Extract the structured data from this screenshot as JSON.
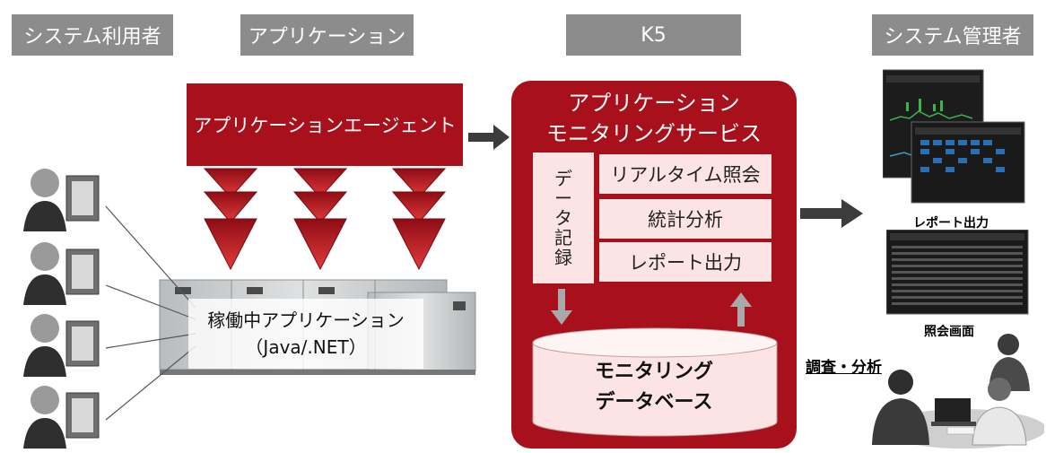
{
  "headers": {
    "users": "システム利用者",
    "application": "アプリケーション",
    "k5": "K5",
    "admins": "システム管理者"
  },
  "agent": {
    "label": "アプリケーションエージェント"
  },
  "server": {
    "line1": "稼働中アプリケーション",
    "line2": "（Java/.NET）"
  },
  "service": {
    "title_line1": "アプリケーション",
    "title_line2": "モニタリングサービス",
    "data_record": [
      "デ",
      "ー",
      "タ",
      "記",
      "録"
    ],
    "functions": [
      "リアルタイム照会",
      "統計分析",
      "レポート出力"
    ],
    "database_line1": "モニタリング",
    "database_line2": "データベース"
  },
  "outputs": {
    "report_caption": "レポート出力",
    "inquiry_caption": "照会画面",
    "analysis_caption": "調査・分析"
  },
  "colors": {
    "header_gray": "#8c8c8c",
    "brand_red": "#a8101c",
    "panel_pink": "#fde4e4"
  }
}
